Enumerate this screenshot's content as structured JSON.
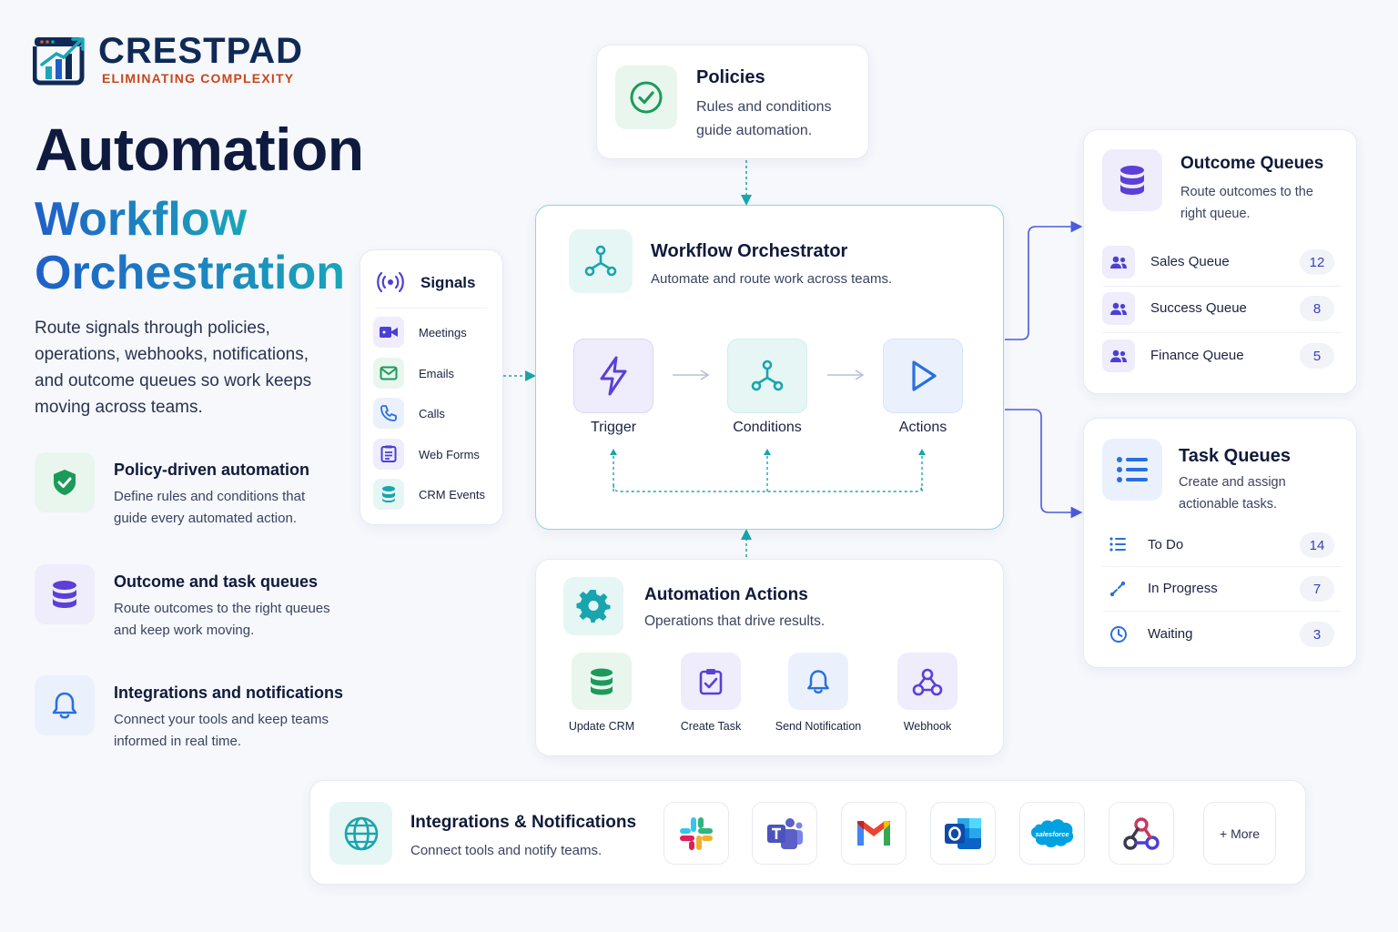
{
  "brand": {
    "name": "CRESTPAD",
    "tagline": "ELIMINATING COMPLEXITY"
  },
  "hero": {
    "title": "Automation",
    "subtitle_line1": "Workflow",
    "subtitle_line2": "Orchestration",
    "description": "Route signals through policies, operations, webhooks, notifications, and outcome queues so work keeps moving across teams."
  },
  "features": [
    {
      "icon": "shield-check-icon",
      "title": "Policy-driven automation",
      "description": "Define rules and conditions that guide every automated action."
    },
    {
      "icon": "database-icon",
      "title": "Outcome and task queues",
      "description": "Route outcomes to the right queues and keep work moving."
    },
    {
      "icon": "bell-icon",
      "title": "Integrations and notifications",
      "description": "Connect your tools and keep teams informed in real time."
    }
  ],
  "policies": {
    "title": "Policies",
    "description": "Rules and conditions guide automation."
  },
  "signals": {
    "title": "Signals",
    "items": [
      {
        "icon": "video-icon",
        "label": "Meetings"
      },
      {
        "icon": "mail-icon",
        "label": "Emails"
      },
      {
        "icon": "phone-icon",
        "label": "Calls"
      },
      {
        "icon": "form-icon",
        "label": "Web Forms"
      },
      {
        "icon": "database-icon",
        "label": "CRM Events"
      }
    ]
  },
  "orchestrator": {
    "title": "Workflow Orchestrator",
    "description": "Automate and route work across teams.",
    "steps": [
      {
        "icon": "lightning-icon",
        "label": "Trigger"
      },
      {
        "icon": "branch-icon",
        "label": "Conditions"
      },
      {
        "icon": "play-icon",
        "label": "Actions"
      }
    ]
  },
  "automation_actions": {
    "title": "Automation Actions",
    "description": "Operations that drive results.",
    "items": [
      {
        "icon": "database-icon",
        "label": "Update CRM"
      },
      {
        "icon": "clipboard-check-icon",
        "label": "Create Task"
      },
      {
        "icon": "bell-icon",
        "label": "Send Notification"
      },
      {
        "icon": "webhook-icon",
        "label": "Webhook"
      }
    ]
  },
  "outcome_queues": {
    "title": "Outcome Queues",
    "description": "Route outcomes to the right queue.",
    "items": [
      {
        "icon": "users-icon",
        "label": "Sales Queue",
        "count": "12"
      },
      {
        "icon": "users-icon",
        "label": "Success Queue",
        "count": "8"
      },
      {
        "icon": "users-icon",
        "label": "Finance Queue",
        "count": "5"
      }
    ]
  },
  "task_queues": {
    "title": "Task Queues",
    "description": "Create and assign actionable tasks.",
    "items": [
      {
        "icon": "list-icon",
        "label": "To Do",
        "count": "14"
      },
      {
        "icon": "progress-icon",
        "label": "In Progress",
        "count": "7"
      },
      {
        "icon": "clock-icon",
        "label": "Waiting",
        "count": "3"
      }
    ]
  },
  "integrations": {
    "title": "Integrations & Notifications",
    "description": "Connect tools and notify teams.",
    "apps": [
      "slack-icon",
      "teams-icon",
      "gmail-icon",
      "outlook-icon",
      "salesforce-icon",
      "webhook-icon"
    ],
    "salesforce_text": "salesforce",
    "more_label": "+ More"
  },
  "colors": {
    "navy": "#0e1a3e",
    "accent_blue": "#1f5fc8",
    "accent_teal": "#1aa6b8",
    "brand_orange": "#c8461b",
    "connector_teal": "#19a5ad",
    "connector_blue": "#4a5be0"
  }
}
